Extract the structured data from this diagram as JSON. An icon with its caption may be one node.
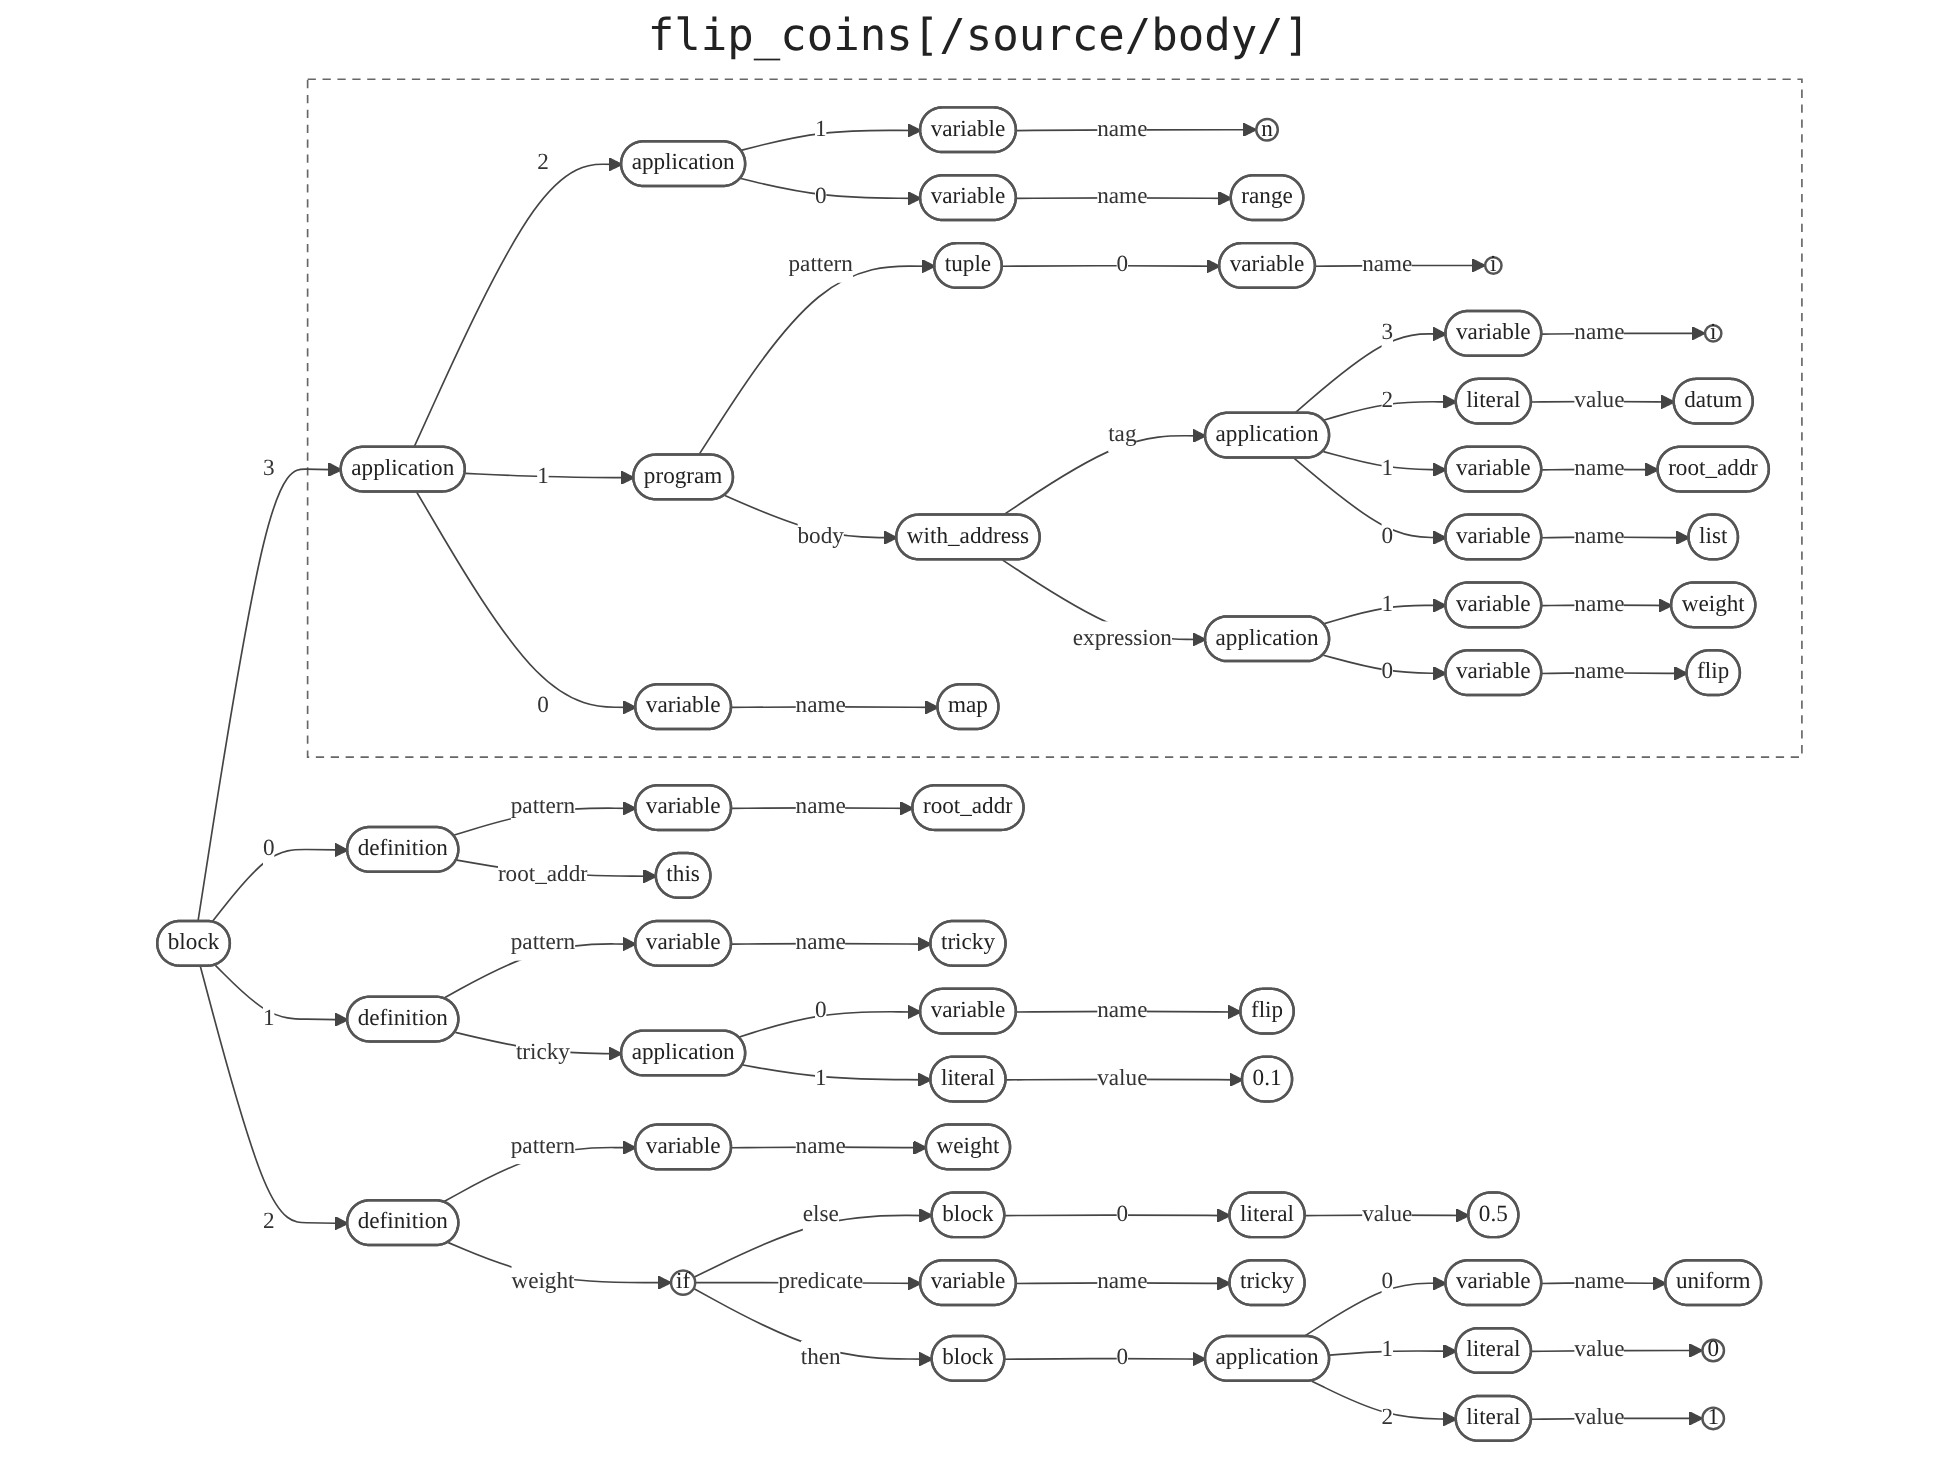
{
  "diagram": {
    "title": "flip_coins[/source/body/]",
    "nodes": [
      {
        "text": [],
        "shape": "box"
      },
      {
        "text": [
          "application"
        ],
        "in": 0
      },
      {
        "text": [
          "application"
        ],
        "in": 0
      },
      {
        "text": [
          "variable"
        ],
        "in": 0
      },
      {
        "text": [
          "n"
        ],
        "in": 0
      },
      {
        "text": [
          "variable"
        ],
        "in": 0
      },
      {
        "text": [
          "range"
        ],
        "in": 0
      },
      {
        "text": [
          "program"
        ],
        "in": 0
      },
      {
        "text": [
          "tuple"
        ],
        "in": 0
      },
      {
        "text": [
          "variable"
        ],
        "in": 0
      },
      {
        "text": [
          "i"
        ],
        "in": 0
      },
      {
        "text": [
          "with_address"
        ],
        "in": 0
      },
      {
        "text": [
          "application"
        ],
        "in": 0
      },
      {
        "text": [
          "variable"
        ],
        "in": 0
      },
      {
        "text": [
          "i"
        ],
        "in": 0
      },
      {
        "text": [
          "literal"
        ],
        "in": 0
      },
      {
        "text": [
          "datum"
        ],
        "in": 0
      },
      {
        "text": [
          "variable"
        ],
        "in": 0
      },
      {
        "text": [
          "root_addr"
        ],
        "in": 0
      },
      {
        "text": [
          "variable"
        ],
        "in": 0
      },
      {
        "text": [
          "list"
        ],
        "in": 0
      },
      {
        "text": [
          "application"
        ],
        "in": 0
      },
      {
        "text": [
          "variable"
        ],
        "in": 0
      },
      {
        "text": [
          "weight"
        ],
        "in": 0
      },
      {
        "text": [
          "variable"
        ],
        "in": 0
      },
      {
        "text": [
          "flip"
        ],
        "in": 0
      },
      {
        "text": [
          "variable"
        ],
        "in": 0
      },
      {
        "text": [
          "map"
        ],
        "in": 0
      },
      {
        "text": [
          "block"
        ]
      },
      {
        "text": [
          "definition"
        ]
      },
      {
        "text": [
          "variable"
        ]
      },
      {
        "text": [
          "root_addr"
        ]
      },
      {
        "text": [
          "this"
        ]
      },
      {
        "text": [
          "definition"
        ]
      },
      {
        "text": [
          "variable"
        ]
      },
      {
        "text": [
          "tricky"
        ]
      },
      {
        "text": [
          "application"
        ]
      },
      {
        "text": [
          "variable"
        ]
      },
      {
        "text": [
          "flip"
        ]
      },
      {
        "text": [
          "literal"
        ]
      },
      {
        "text": [
          "0.1"
        ]
      },
      {
        "text": [
          "definition"
        ]
      },
      {
        "text": [
          "variable"
        ]
      },
      {
        "text": [
          "weight"
        ]
      },
      {
        "text": [
          "if"
        ]
      },
      {
        "text": [
          "block"
        ]
      },
      {
        "text": [
          "literal"
        ]
      },
      {
        "text": [
          "0.5"
        ]
      },
      {
        "text": [
          "variable"
        ]
      },
      {
        "text": [
          "tricky"
        ]
      },
      {
        "text": [
          "block"
        ]
      },
      {
        "text": [
          "application"
        ]
      },
      {
        "text": [
          "variable"
        ]
      },
      {
        "text": [
          "uniform"
        ]
      },
      {
        "text": [
          "literal"
        ]
      },
      {
        "text": [
          "0"
        ]
      },
      {
        "text": [
          "literal"
        ]
      },
      {
        "text": [
          "1"
        ]
      }
    ],
    "edges": [
      {
        "from": 28,
        "to": 1,
        "arrow": "to",
        "label": "3"
      },
      {
        "from": 1,
        "to": 2,
        "arrow": "to",
        "label": "2"
      },
      {
        "from": 1,
        "to": 7,
        "arrow": "to",
        "label": "1"
      },
      {
        "from": 1,
        "to": 26,
        "arrow": "to",
        "label": "0"
      },
      {
        "from": 2,
        "to": 3,
        "arrow": "to",
        "label": "1"
      },
      {
        "from": 3,
        "to": 4,
        "arrow": "to",
        "label": "name"
      },
      {
        "from": 2,
        "to": 5,
        "arrow": "to",
        "label": "0"
      },
      {
        "from": 5,
        "to": 6,
        "arrow": "to",
        "label": "name"
      },
      {
        "from": 7,
        "to": 8,
        "arrow": "to",
        "label": "pattern"
      },
      {
        "from": 8,
        "to": 9,
        "arrow": "to",
        "label": "0"
      },
      {
        "from": 9,
        "to": 10,
        "arrow": "to",
        "label": "name"
      },
      {
        "from": 7,
        "to": 11,
        "arrow": "to",
        "label": "body"
      },
      {
        "from": 11,
        "to": 12,
        "arrow": "to",
        "label": "tag"
      },
      {
        "from": 12,
        "to": 13,
        "arrow": "to",
        "label": "3"
      },
      {
        "from": 13,
        "to": 14,
        "arrow": "to",
        "label": "name"
      },
      {
        "from": 12,
        "to": 15,
        "arrow": "to",
        "label": "2"
      },
      {
        "from": 15,
        "to": 16,
        "arrow": "to",
        "label": "value"
      },
      {
        "from": 12,
        "to": 17,
        "arrow": "to",
        "label": "1"
      },
      {
        "from": 17,
        "to": 18,
        "arrow": "to",
        "label": "name"
      },
      {
        "from": 12,
        "to": 19,
        "arrow": "to",
        "label": "0"
      },
      {
        "from": 19,
        "to": 20,
        "arrow": "to",
        "label": "name"
      },
      {
        "from": 11,
        "to": 21,
        "arrow": "to",
        "label": "expression"
      },
      {
        "from": 21,
        "to": 22,
        "arrow": "to",
        "label": "1"
      },
      {
        "from": 22,
        "to": 23,
        "arrow": "to",
        "label": "name"
      },
      {
        "from": 21,
        "to": 24,
        "arrow": "to",
        "label": "0"
      },
      {
        "from": 24,
        "to": 25,
        "arrow": "to",
        "label": "name"
      },
      {
        "from": 26,
        "to": 27,
        "arrow": "to",
        "label": "name"
      },
      {
        "from": 28,
        "to": 29,
        "arrow": "to",
        "label": "0"
      },
      {
        "from": 29,
        "to": 30,
        "arrow": "to",
        "label": "pattern"
      },
      {
        "from": 30,
        "to": 31,
        "arrow": "to",
        "label": "name"
      },
      {
        "from": 29,
        "to": 32,
        "arrow": "to",
        "label": "root_addr"
      },
      {
        "from": 28,
        "to": 33,
        "arrow": "to",
        "label": "1"
      },
      {
        "from": 33,
        "to": 34,
        "arrow": "to",
        "label": "pattern"
      },
      {
        "from": 34,
        "to": 35,
        "arrow": "to",
        "label": "name"
      },
      {
        "from": 33,
        "to": 36,
        "arrow": "to",
        "label": "tricky"
      },
      {
        "from": 36,
        "to": 37,
        "arrow": "to",
        "label": "0"
      },
      {
        "from": 37,
        "to": 38,
        "arrow": "to",
        "label": "name"
      },
      {
        "from": 36,
        "to": 39,
        "arrow": "to",
        "label": "1"
      },
      {
        "from": 39,
        "to": 40,
        "arrow": "to",
        "label": "value"
      },
      {
        "from": 28,
        "to": 41,
        "arrow": "to",
        "label": "2"
      },
      {
        "from": 41,
        "to": 42,
        "arrow": "to",
        "label": "pattern"
      },
      {
        "from": 42,
        "to": 43,
        "arrow": "to",
        "label": "name"
      },
      {
        "from": 41,
        "to": 44,
        "arrow": "to",
        "label": "weight"
      },
      {
        "from": 44,
        "to": 45,
        "arrow": "to",
        "label": "else"
      },
      {
        "from": 45,
        "to": 46,
        "arrow": "to",
        "label": "0"
      },
      {
        "from": 46,
        "to": 47,
        "arrow": "to",
        "label": "value"
      },
      {
        "from": 44,
        "to": 48,
        "arrow": "to",
        "label": "predicate"
      },
      {
        "from": 48,
        "to": 49,
        "arrow": "to",
        "label": "name"
      },
      {
        "from": 44,
        "to": 50,
        "arrow": "to",
        "label": "then"
      },
      {
        "from": 50,
        "to": 51,
        "arrow": "to",
        "label": "0"
      },
      {
        "from": 51,
        "to": 52,
        "arrow": "to",
        "label": "0"
      },
      {
        "from": 52,
        "to": 53,
        "arrow": "to",
        "label": "name"
      },
      {
        "from": 51,
        "to": 54,
        "arrow": "to",
        "label": "1"
      },
      {
        "from": 54,
        "to": 55,
        "arrow": "to",
        "label": "value"
      },
      {
        "from": 51,
        "to": 56,
        "arrow": "to",
        "label": "2"
      },
      {
        "from": 56,
        "to": 57,
        "arrow": "to",
        "label": "value"
      }
    ]
  }
}
